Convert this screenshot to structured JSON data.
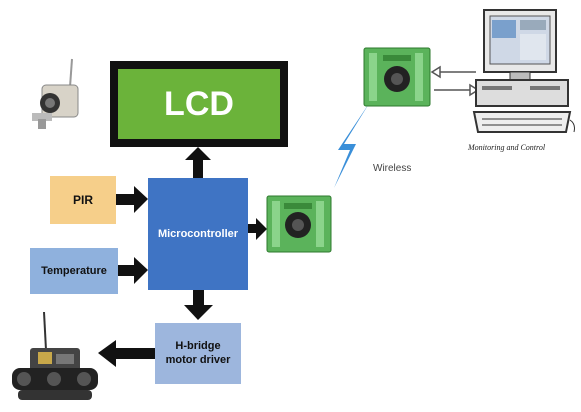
{
  "lcd": {
    "label": "LCD"
  },
  "blocks": {
    "pir": "PIR",
    "temperature": "Temperature",
    "microcontroller": "Microcontroller",
    "hbridge_line1": "H-bridge",
    "hbridge_line2": "motor driver"
  },
  "wireless_label": "Wireless",
  "monitoring_label": "Monitoring and Control",
  "colors": {
    "lcd_frame": "#111111",
    "lcd_screen": "#6bb33a",
    "pir": "#f6cf8a",
    "temperature": "#8fb1dd",
    "microcontroller": "#3f74c4",
    "hbridge": "#9db6dd",
    "arrow": "#111111",
    "lightning": "#3a8fd9"
  },
  "icons": [
    "camera-icon",
    "robot-car-icon",
    "rf-module-icon",
    "computer-icon",
    "lightning-icon"
  ]
}
